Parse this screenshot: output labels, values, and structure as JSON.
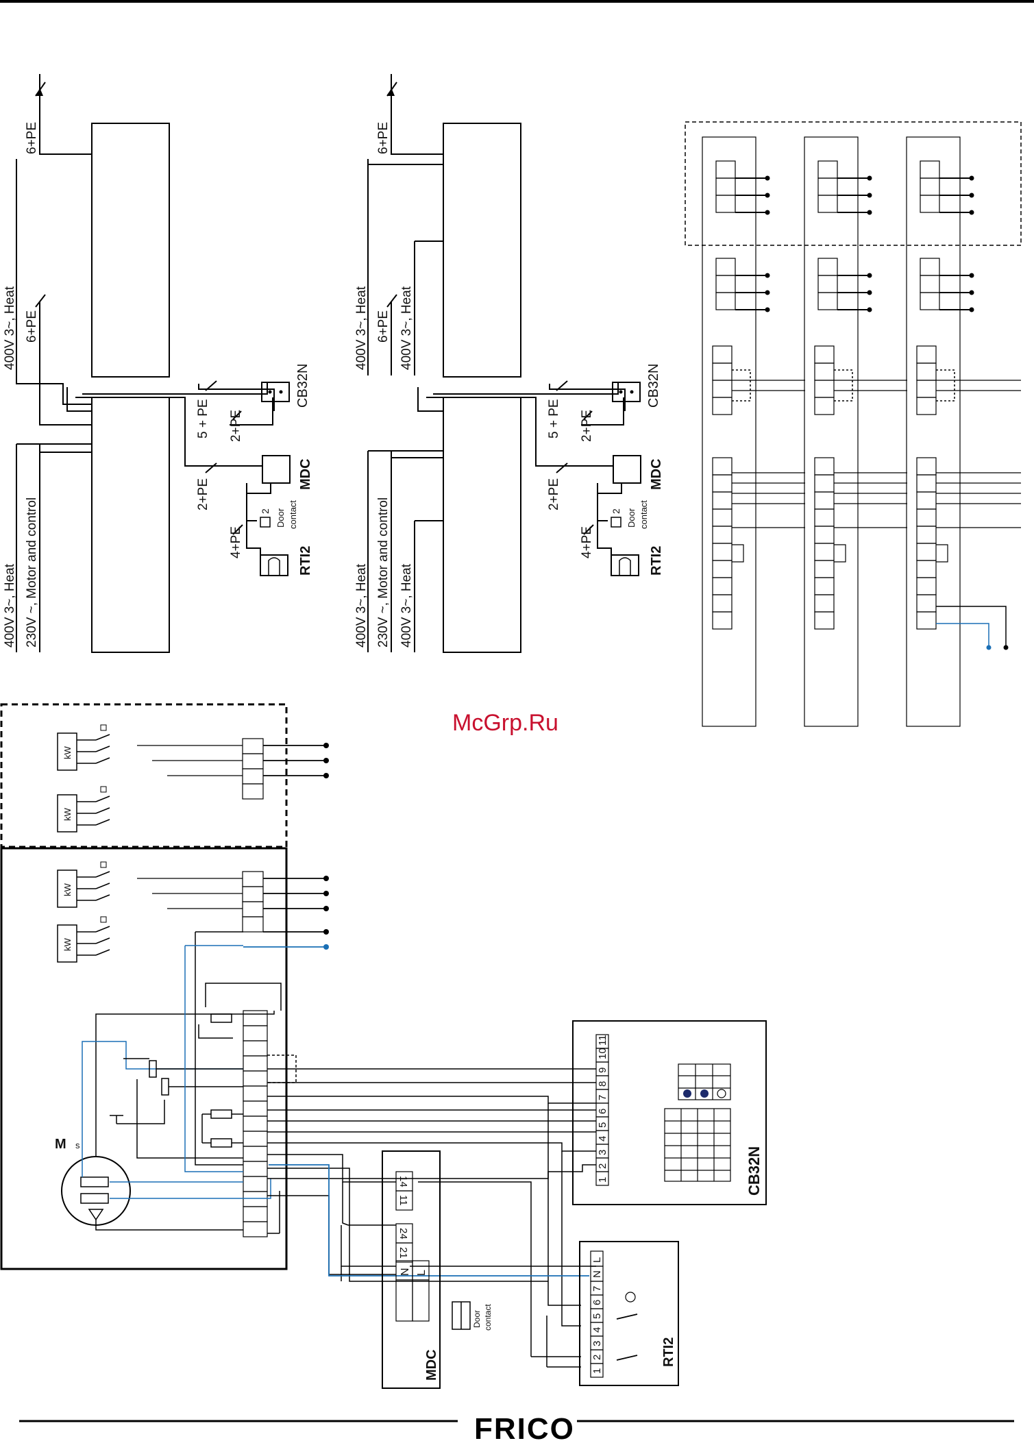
{
  "wiring_overview_1": {
    "supply_heat_1": "400V 3~, Heat",
    "cable_heat_1": "6+PE",
    "cable_heat_2": "6+PE",
    "supply_heat_2": "400V 3~, Heat",
    "supply_motor": "230V ~, Motor and control",
    "cable_cb32n": "5 + PE",
    "cable_mdc_cb": "2+PE",
    "cable_mdc": "2+PE",
    "cable_rti2": "4+PE",
    "door_count": "2",
    "door_label": "Door",
    "contact_label": "contact",
    "cb32n_label": "CB32N",
    "mdc_label": "MDC",
    "rti2_label": "RTI2"
  },
  "wiring_overview_2": {
    "supply_heat_1": "400V 3~, Heat",
    "cable_heat_1": "6+PE",
    "cable_heat_2": "6+PE",
    "supply_heat_2": "400V 3~, Heat",
    "supply_heat_3": "400V 3~, Heat",
    "supply_motor": "230V ~, Motor and control",
    "supply_heat_4": "400V 3~, Heat",
    "cable_cb32n": "5 + PE",
    "cable_mdc_cb": "2+PE",
    "cable_mdc": "2+PE",
    "cable_rti2": "4+PE",
    "door_count": "2",
    "door_label": "Door",
    "contact_label": "contact",
    "cb32n_label": "CB32N",
    "mdc_label": "MDC",
    "rti2_label": "RTI2"
  },
  "schematic": {
    "heater_label": "kW",
    "motor_label": "M",
    "motor_sub": "s",
    "cb32n_title": "CB32N",
    "cb32n_terminals": [
      "1",
      "2",
      "3",
      "4",
      "5",
      "6",
      "7",
      "8",
      "9",
      "10",
      "11"
    ],
    "mdc_title": "MDC",
    "mdc_terminals": [
      "14",
      "11",
      "24",
      "21"
    ],
    "mdc_supply": [
      "N",
      "L"
    ],
    "mdc_door": "Door",
    "mdc_contact": "contact",
    "rti2_title": "RTI2",
    "rti2_terminals": [
      "1",
      "2",
      "3",
      "4",
      "5",
      "6",
      "7"
    ],
    "rti2_supply": [
      "N",
      "L"
    ]
  },
  "watermark": "McGrp.Ru",
  "footer_logo": "FRICO",
  "colors": {
    "line": "#000000",
    "neutral_wire": "#1a6fb5",
    "watermark": "#c8102e"
  }
}
